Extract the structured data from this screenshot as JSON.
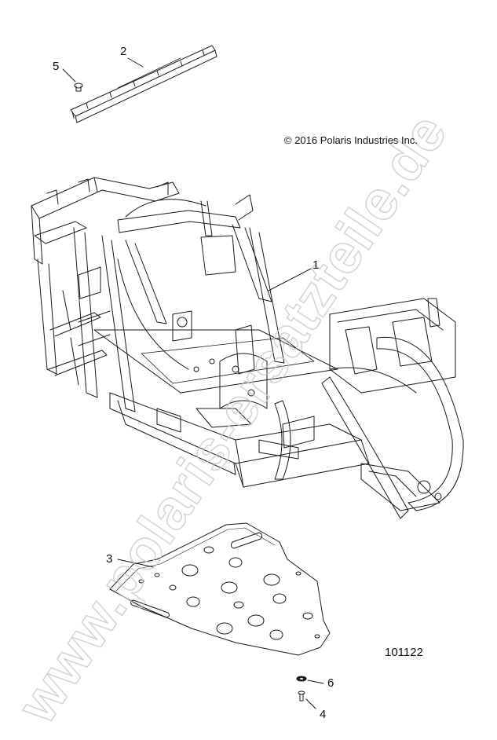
{
  "copyright": "© 2016 Polaris Industries Inc.",
  "drawing_number": "101122",
  "watermark": {
    "text": "www.polaris-ersatzteile.de",
    "color": "#c9c9c9"
  },
  "callouts": {
    "c1": "1",
    "c2": "2",
    "c3": "3",
    "c4": "4",
    "c5": "5",
    "c6": "6"
  },
  "colors": {
    "line": "#1a1a1a",
    "background": "#ffffff"
  }
}
